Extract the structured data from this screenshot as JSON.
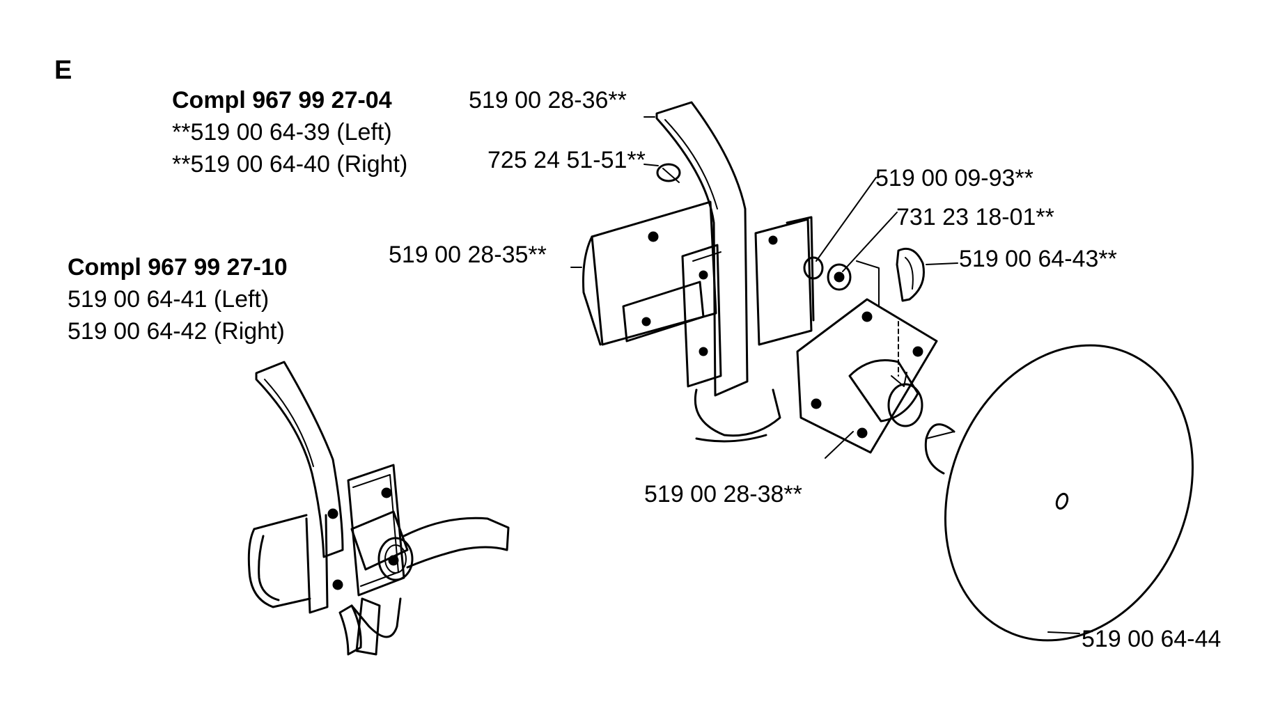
{
  "section": "E",
  "groups": [
    {
      "title": "Compl 967 99 27-04",
      "lines": [
        "**519 00 64-39 (Left)",
        "**519 00 64-40 (Right)"
      ]
    },
    {
      "title": "Compl 967 99 27-10",
      "lines": [
        "519 00 64-41 (Left)",
        "519 00 64-42 (Right)"
      ]
    }
  ],
  "callouts": {
    "c1": "519 00 28-36**",
    "c2": "725 24 51-51**",
    "c3": "519 00 09-93**",
    "c4": "731 23 18-01**",
    "c5": "519 00 28-35**",
    "c6": "519 00 64-43**",
    "c7": "519 00 28-38**",
    "c8": "519 00 64-44"
  }
}
